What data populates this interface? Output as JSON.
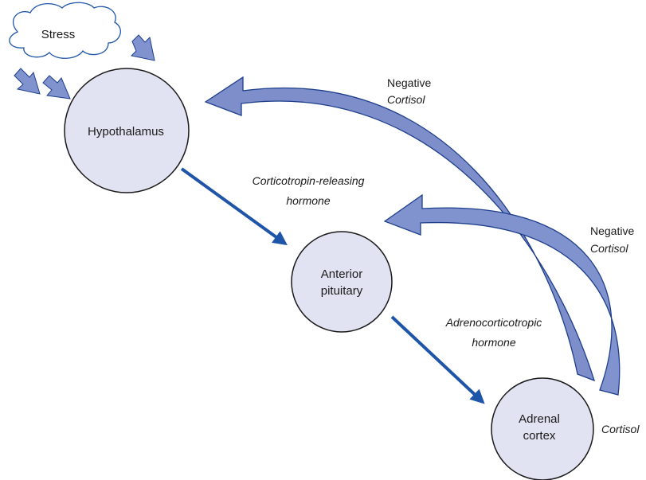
{
  "nodes": {
    "stress": "Stress",
    "hypothalamus": "Hypothalamus",
    "pituitary_line1": "Anterior",
    "pituitary_line2": "pituitary",
    "adrenal_line1": "Adrenal",
    "adrenal_line2": "cortex"
  },
  "edges": {
    "crh_line1": "Corticotropin-releasing",
    "crh_line2": "hormone",
    "acth_line1": "Adrenocorticotropic",
    "acth_line2": "hormone",
    "cortisol_output": "Cortisol"
  },
  "feedback": {
    "upper_type": "Negative",
    "upper_hormone": "Cortisol",
    "lower_type": "Negative",
    "lower_hormone": "Cortisol"
  },
  "colors": {
    "node_fill": "#e2e3f2",
    "node_stroke": "#1a1a1a",
    "arrow": "#1f55a8",
    "feedback_fill": "#7d8ecb",
    "feedback_stroke": "#1e3f8c",
    "stress_arrow": "#8193cf"
  }
}
